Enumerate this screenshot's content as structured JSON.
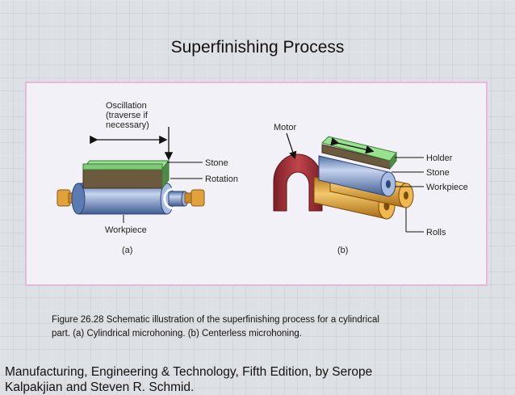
{
  "slide": {
    "title": "Superfinishing Process"
  },
  "figure": {
    "a": {
      "oscillation_line1": "Oscillation",
      "oscillation_line2": "(traverse if",
      "oscillation_line3": "necessary)",
      "stone": "Stone",
      "rotation": "Rotation",
      "workpiece": "Workpiece",
      "panel_label": "(a)"
    },
    "b": {
      "motor": "Motor",
      "holder": "Holder",
      "stone": "Stone",
      "workpiece": "Workpiece",
      "rolls": "Rolls",
      "panel_label": "(b)"
    }
  },
  "caption": {
    "line1": "Figure 26.28  Schematic illustration of the superfinishing process for a cylindrical",
    "line2": "part.  (a)  Cylindrical microhoning.  (b)  Centerless microhoning."
  },
  "footer": {
    "line1": "Manufacturing, Engineering & Technology, Fifth Edition, by Serope",
    "line2": "Kalpakjian and Steven R. Schmid."
  },
  "colors": {
    "stone_green": "#7fc97a",
    "workpiece_blue": "#6f8fc6",
    "roll_orange": "#e0a23a",
    "motor_red": "#a8323a",
    "holder_brown": "#6b5a3e"
  }
}
